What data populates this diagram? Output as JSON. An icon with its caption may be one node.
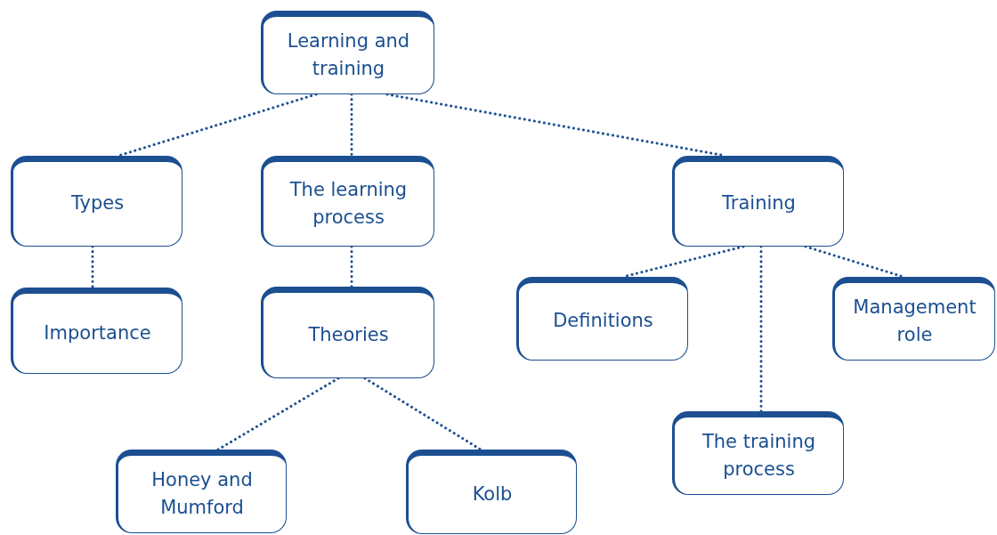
{
  "diagram": {
    "nodes": [
      {
        "text": [
          "Learning and training"
        ]
      },
      {
        "text": [
          "Types"
        ]
      },
      {
        "text": [
          "The learning process"
        ]
      },
      {
        "text": [
          "Training"
        ]
      },
      {
        "text": [
          "Importance"
        ]
      },
      {
        "text": [
          "Theories"
        ]
      },
      {
        "text": [
          "Definitions"
        ]
      },
      {
        "text": [
          "Management role"
        ]
      },
      {
        "text": [
          "The training process"
        ]
      },
      {
        "text": [
          "Honey and Mumford"
        ]
      },
      {
        "text": [
          "Kolb"
        ]
      }
    ],
    "edges": [
      {
        "from": 0,
        "to": 1,
        "arrow": "none"
      },
      {
        "from": 0,
        "to": 2,
        "arrow": "none"
      },
      {
        "from": 0,
        "to": 3,
        "arrow": "none"
      },
      {
        "from": 1,
        "to": 4,
        "arrow": "none"
      },
      {
        "from": 2,
        "to": 5,
        "arrow": "none"
      },
      {
        "from": 3,
        "to": 6,
        "arrow": "none"
      },
      {
        "from": 3,
        "to": 7,
        "arrow": "none"
      },
      {
        "from": 3,
        "to": 8,
        "arrow": "none"
      },
      {
        "from": 5,
        "to": 9,
        "arrow": "none"
      },
      {
        "from": 5,
        "to": 10,
        "arrow": "none"
      }
    ]
  }
}
